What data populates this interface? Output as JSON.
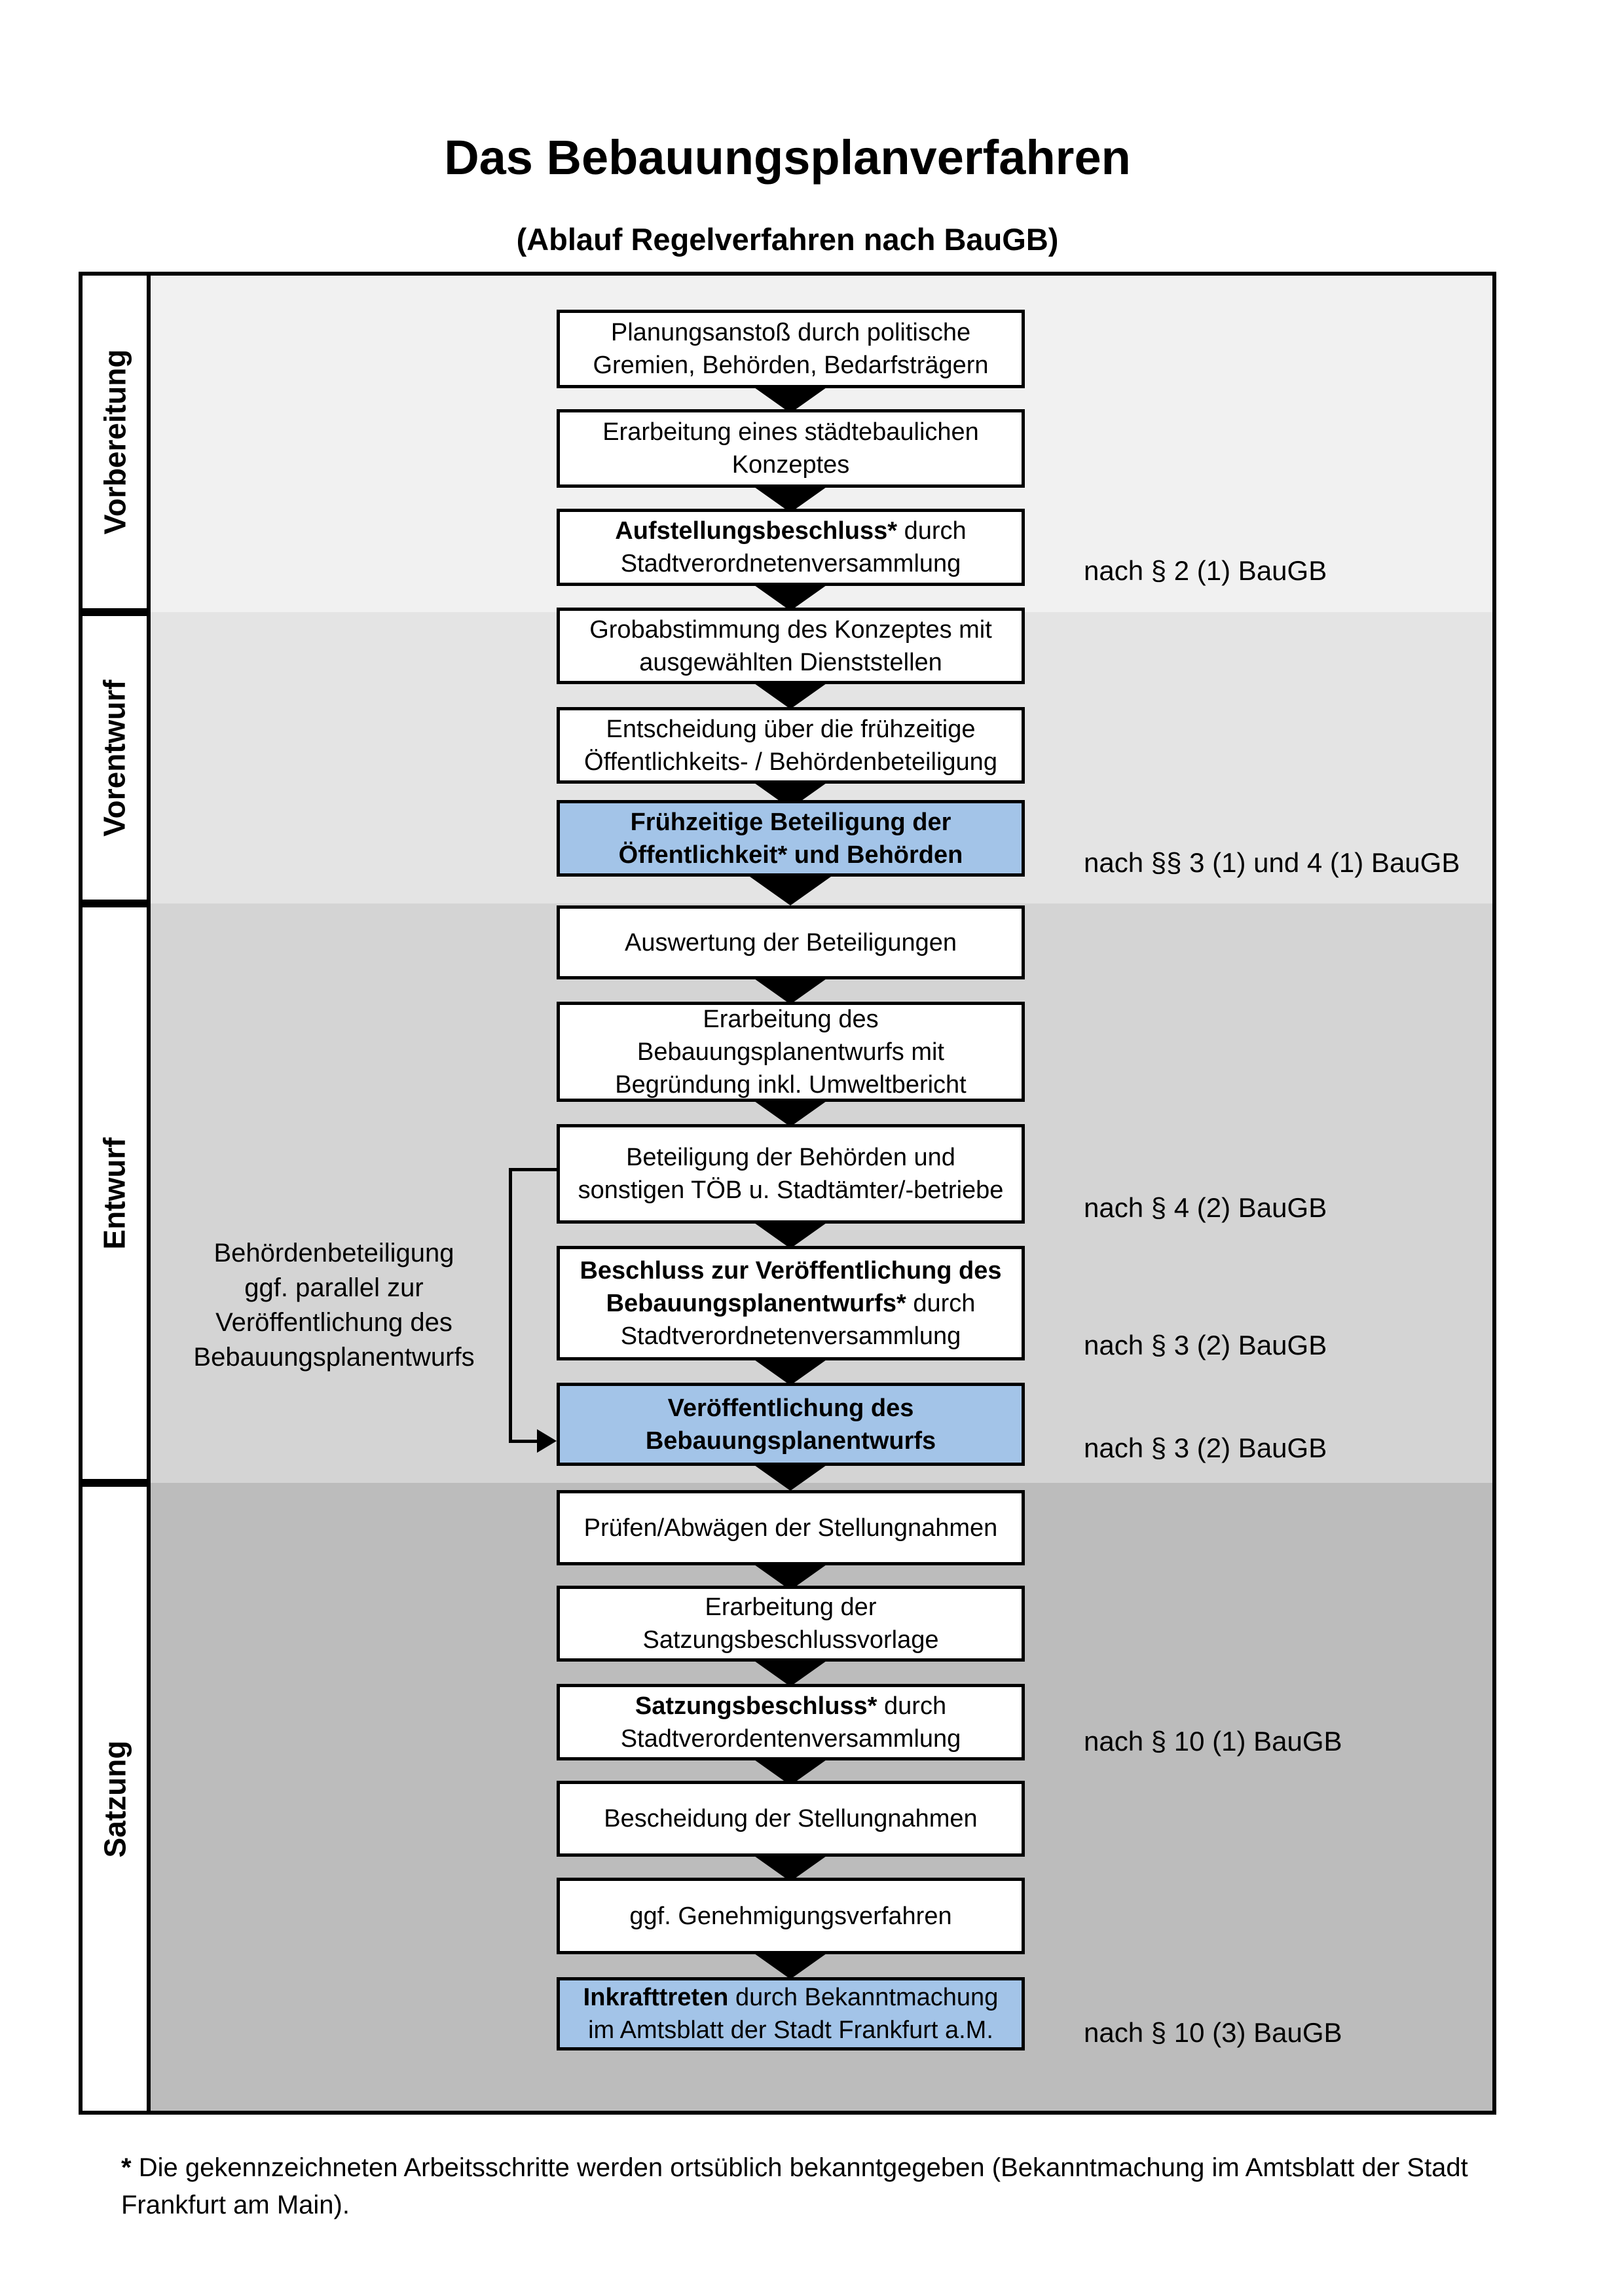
{
  "page": {
    "title": "Das Bebauungsplanverfahren",
    "subtitle": "(Ablauf Regelverfahren nach BauGB)"
  },
  "colors": {
    "highlight_blue": "#A3C4E8",
    "phase_gray_vorbereitung": "#F1F1F1",
    "phase_gray_vorentwurf": "#E4E4E4",
    "phase_gray_entwurf": "#D4D4D4",
    "phase_gray_satzung": "#BCBCBC"
  },
  "phases": [
    {
      "label": "Vorbereitung"
    },
    {
      "label": "Vorentwurf"
    },
    {
      "label": "Entwurf"
    },
    {
      "label": "Satzung"
    }
  ],
  "steps": [
    {
      "lines": [
        {
          "b": "",
          "r": "Planungsanstoß durch politische"
        },
        {
          "b": "",
          "r": "Gremien, Behörden, Bedarfsträgern"
        }
      ]
    },
    {
      "lines": [
        {
          "b": "",
          "r": "Erarbeitung eines städtebaulichen"
        },
        {
          "b": "",
          "r": "Konzeptes"
        }
      ]
    },
    {
      "lines": [
        {
          "b": "Aufstellungsbeschluss*",
          "r": " durch"
        },
        {
          "b": "",
          "r": "Stadtverordnetenversammlung"
        }
      ]
    },
    {
      "lines": [
        {
          "b": "",
          "r": "Grobabstimmung des Konzeptes mit"
        },
        {
          "b": "",
          "r": "ausgewählten Dienststellen"
        }
      ]
    },
    {
      "lines": [
        {
          "b": "",
          "r": "Entscheidung über die frühzeitige"
        },
        {
          "b": "",
          "r": "Öffentlichkeits- / Behördenbeteiligung"
        }
      ]
    },
    {
      "highlight": true,
      "lines": [
        {
          "b": "Frühzeitige Beteiligung der",
          "r": ""
        },
        {
          "b": "Öffentlichkeit* und Behörden",
          "r": ""
        }
      ]
    },
    {
      "lines": [
        {
          "b": "",
          "r": "Auswertung der Beteiligungen"
        }
      ]
    },
    {
      "lines": [
        {
          "b": "",
          "r": "Erarbeitung des"
        },
        {
          "b": "",
          "r": "Bebauungsplanentwurfs mit"
        },
        {
          "b": "",
          "r": "Begründung inkl. Umweltbericht"
        }
      ]
    },
    {
      "lines": [
        {
          "b": "",
          "r": "Beteiligung der Behörden und"
        },
        {
          "b": "",
          "r": "sonstigen TÖB u. Stadtämter/-betriebe"
        }
      ]
    },
    {
      "lines": [
        {
          "b": "Beschluss zur Veröffentlichung des",
          "r": ""
        },
        {
          "b": "Bebauungsplanentwurfs*",
          "r": " durch"
        },
        {
          "b": "",
          "r": "Stadtverordnetenversammlung"
        }
      ]
    },
    {
      "highlight": true,
      "lines": [
        {
          "b": "Veröffentlichung des",
          "r": ""
        },
        {
          "b": "Bebauungsplanentwurfs",
          "r": ""
        }
      ]
    },
    {
      "lines": [
        {
          "b": "",
          "r": "Prüfen/Abwägen der Stellungnahmen"
        }
      ]
    },
    {
      "lines": [
        {
          "b": "",
          "r": "Erarbeitung der"
        },
        {
          "b": "",
          "r": "Satzungsbeschlussvorlage"
        }
      ]
    },
    {
      "lines": [
        {
          "b": "Satzungsbeschluss*",
          "r": " durch"
        },
        {
          "b": "",
          "r": "Stadtverordentenversammlung"
        }
      ]
    },
    {
      "lines": [
        {
          "b": "",
          "r": "Bescheidung der Stellungnahmen"
        }
      ]
    },
    {
      "lines": [
        {
          "b": "",
          "r": "ggf. Genehmigungsverfahren"
        }
      ]
    },
    {
      "highlight": true,
      "lines": [
        {
          "b": "Inkrafttreten",
          "r": " durch Bekanntmachung"
        },
        {
          "b": "",
          "r": "im Amtsblatt der Stadt Frankfurt a.M."
        }
      ]
    }
  ],
  "references": [
    {
      "text": "nach § 2 (1) BauGB"
    },
    {
      "text": "nach §§ 3 (1) und 4 (1) BauGB"
    },
    {
      "text": "nach § 4 (2) BauGB"
    },
    {
      "text": "nach § 3 (2) BauGB"
    },
    {
      "text": "nach § 3 (2) BauGB"
    },
    {
      "text": "nach § 10 (1) BauGB"
    },
    {
      "text": "nach § 10 (3) BauGB"
    }
  ],
  "annotation": {
    "line1": "Behördenbeteiligung",
    "line2": "ggf. parallel zur",
    "line3": "Veröffentlichung des",
    "line4": "Bebauungsplanentwurfs"
  },
  "footnote": {
    "marker": "*",
    "line1": " Die gekennzeichneten Arbeitsschritte werden ortsüblich bekanntgegeben (Bekanntmachung im Amtsblatt  der Stadt",
    "line2": "Frankfurt am Main)."
  }
}
